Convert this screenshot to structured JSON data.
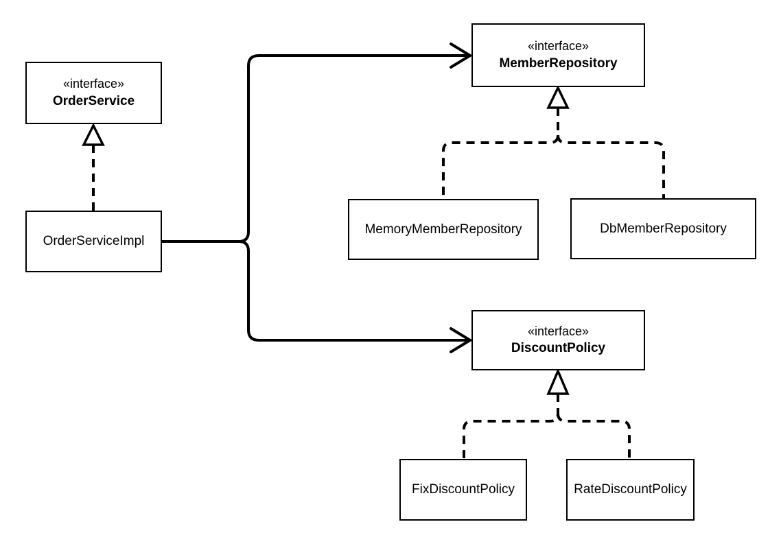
{
  "diagram": {
    "kind": "uml-class-diagram",
    "colors": {
      "stroke": "#000000",
      "box_fill": "#ffffff",
      "background": "#ffffff"
    }
  },
  "nodes": {
    "order_service": {
      "stereotype": "«interface»",
      "name": "OrderService"
    },
    "order_service_impl": {
      "name": "OrderServiceImpl"
    },
    "member_repository": {
      "stereotype": "«interface»",
      "name": "MemberRepository"
    },
    "memory_member_repository": {
      "name": "MemoryMemberRepository"
    },
    "db_member_repository": {
      "name": "DbMemberRepository"
    },
    "discount_policy": {
      "stereotype": "«interface»",
      "name": "DiscountPolicy"
    },
    "fix_discount_policy": {
      "name": "FixDiscountPolicy"
    },
    "rate_discount_policy": {
      "name": "RateDiscountPolicy"
    }
  },
  "relationships": [
    {
      "type": "realization",
      "from": "OrderServiceImpl",
      "to": "OrderService",
      "style": "dashed-line-hollow-triangle"
    },
    {
      "type": "realization",
      "from": "MemoryMemberRepository",
      "to": "MemberRepository",
      "style": "dashed-line-hollow-triangle"
    },
    {
      "type": "realization",
      "from": "DbMemberRepository",
      "to": "MemberRepository",
      "style": "dashed-line-hollow-triangle"
    },
    {
      "type": "realization",
      "from": "FixDiscountPolicy",
      "to": "DiscountPolicy",
      "style": "dashed-line-hollow-triangle"
    },
    {
      "type": "realization",
      "from": "RateDiscountPolicy",
      "to": "DiscountPolicy",
      "style": "dashed-line-hollow-triangle"
    },
    {
      "type": "dependency",
      "from": "OrderServiceImpl",
      "to": "MemberRepository",
      "style": "solid-line-open-arrow"
    },
    {
      "type": "dependency",
      "from": "OrderServiceImpl",
      "to": "DiscountPolicy",
      "style": "solid-line-open-arrow"
    }
  ]
}
